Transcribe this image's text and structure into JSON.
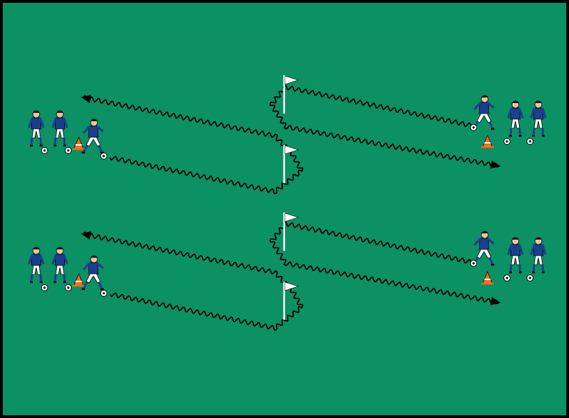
{
  "diagram": {
    "kind": "soccer-dribbling-drill",
    "colors": {
      "border": "#000000",
      "pitch": "#0b9164",
      "shirt": "#1b3f8f",
      "shorts": "#ffffff",
      "skin": "#f2c29a",
      "flag": "#ffffff",
      "cone": "#ff6a1a",
      "path": "#000000"
    },
    "icons": [
      "player-icon",
      "ball-icon",
      "cone-icon",
      "flag-icon",
      "dribble-path",
      "arrow-head"
    ],
    "groups": [
      {
        "id": "top",
        "left_waiting_players": 2,
        "right_waiting_players": 2,
        "flags": 2,
        "cones": 2,
        "dribble_paths": 2
      },
      {
        "id": "bottom",
        "left_waiting_players": 2,
        "right_waiting_players": 2,
        "flags": 2,
        "cones": 2,
        "dribble_paths": 2
      }
    ]
  }
}
